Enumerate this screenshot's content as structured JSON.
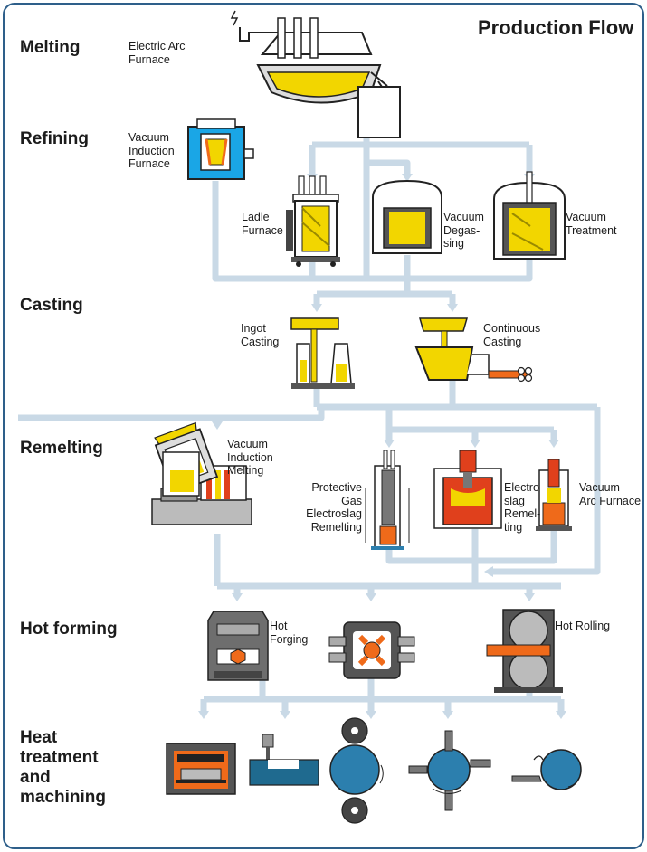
{
  "title": "Production Flow",
  "stages": {
    "melting": "Melting",
    "refining": "Refining",
    "casting": "Casting",
    "remelting": "Remelting",
    "hot_forming": "Hot forming",
    "heat_treatment": "Heat\ntreatment\nand\nmachining"
  },
  "labels": {
    "eaf": "Electric Arc\nFurnace",
    "vif": "Vacuum\nInduction\nFurnace",
    "ladle": "Ladle\nFurnace",
    "degas": "Vacuum\nDegas-\nsing",
    "vtreat": "Vacuum\nTreatment",
    "ingot": "Ingot\nCasting",
    "continuous": "Continuous\nCasting",
    "vim": "Vacuum\nInduction\nMelting",
    "pesr": "Protective\nGas\nElectroslag\nRemelting",
    "esr": "Electro-\nslag\nRemel-\nting",
    "var": "Vacuum\nArc Furnace",
    "forging": "Hot\nForging",
    "rolling": "Hot Rolling"
  },
  "colors": {
    "frame": "#2e5f8a",
    "flow": "#c9d9e6",
    "steel": "#f2d600",
    "slag": "#e0401c",
    "hot_bar": "#ef6a1a",
    "machine_blue": "#2c7fae",
    "vif_blue": "#1aa6e6",
    "outline": "#222222",
    "grey": "#777777"
  }
}
